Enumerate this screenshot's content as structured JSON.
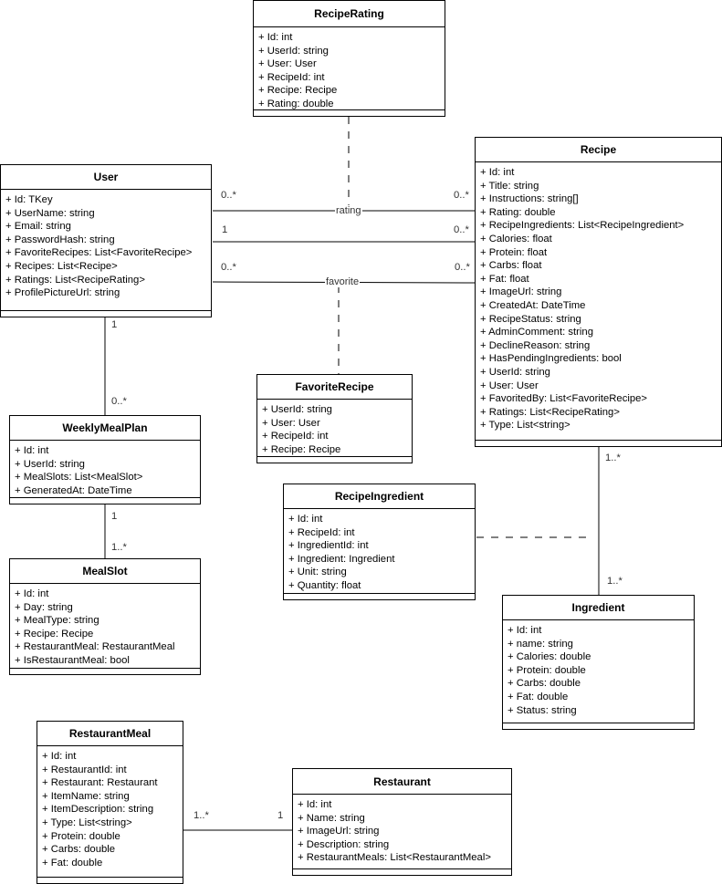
{
  "classes": {
    "recipe_rating": {
      "name": "RecipeRating",
      "attributes": [
        "+ Id: int",
        "+ UserId: string",
        "+ User: User",
        "+ RecipeId: int",
        "+ Recipe: Recipe",
        "+ Rating: double"
      ]
    },
    "user": {
      "name": "User",
      "attributes": [
        "+ Id: TKey",
        "+ UserName: string",
        "+ Email: string",
        "+ PasswordHash: string",
        "+ FavoriteRecipes: List<FavoriteRecipe>",
        "+ Recipes: List<Recipe>",
        "+ Ratings: List<RecipeRating>",
        "+ ProfilePictureUrl: string"
      ]
    },
    "recipe": {
      "name": "Recipe",
      "attributes": [
        "+ Id: int",
        "+ Title: string",
        "+ Instructions: string[]",
        "+ Rating: double",
        "+ RecipeIngredients: List<RecipeIngredient>",
        "+ Calories: float",
        "+ Protein: float",
        "+ Carbs: float",
        "+ Fat: float",
        "+ ImageUrl: string",
        "+ CreatedAt: DateTime",
        "+ RecipeStatus: string",
        "+ AdminComment: string",
        "+ DeclineReason: string",
        "+ HasPendingIngredients: bool",
        "+ UserId: string",
        "+ User: User",
        "+ FavoritedBy: List<FavoriteRecipe>",
        "+ Ratings: List<RecipeRating>",
        "+ Type: List<string>"
      ]
    },
    "favorite_recipe": {
      "name": "FavoriteRecipe",
      "attributes": [
        "+ UserId: string",
        "+ User: User",
        "+ RecipeId: int",
        "+ Recipe: Recipe"
      ]
    },
    "weekly_meal_plan": {
      "name": "WeeklyMealPlan",
      "attributes": [
        "+ Id: int",
        "+ UserId: string",
        "+ MealSlots: List<MealSlot>",
        "+ GeneratedAt: DateTime"
      ]
    },
    "meal_slot": {
      "name": "MealSlot",
      "attributes": [
        "+ Id: int",
        "+ Day: string",
        "+ MealType: string",
        "+ Recipe: Recipe",
        "+ RestaurantMeal: RestaurantMeal",
        "+ IsRestaurantMeal: bool"
      ]
    },
    "recipe_ingredient": {
      "name": "RecipeIngredient",
      "attributes": [
        "+ Id: int",
        "+ RecipeId: int",
        "+ IngredientId: int",
        "+ Ingredient: Ingredient",
        "+ Unit: string",
        "+ Quantity: float"
      ]
    },
    "ingredient": {
      "name": "Ingredient",
      "attributes": [
        "+ Id: int",
        "+ name: string",
        "+ Calories: double",
        "+ Protein: double",
        "+ Carbs: double",
        "+ Fat: double",
        "+ Status: string"
      ]
    },
    "restaurant_meal": {
      "name": "RestaurantMeal",
      "attributes": [
        "+ Id: int",
        "+ RestaurantId: int",
        "+ Restaurant: Restaurant",
        "+ ItemName: string",
        "+ ItemDescription: string",
        "+ Type: List<string>",
        "+ Protein: double",
        "+ Carbs: double",
        "+ Fat: double"
      ]
    },
    "restaurant": {
      "name": "Restaurant",
      "attributes": [
        "+ Id: int",
        "+ Name: string",
        "+ ImageUrl: string",
        "+ Description: string",
        "+ RestaurantMeals: List<RestaurantMeal>"
      ]
    }
  },
  "associations": {
    "rating": {
      "label": "rating",
      "from": "User",
      "to": "Recipe",
      "from_mult": "0..*",
      "to_mult": "0..*",
      "association_class": "RecipeRating"
    },
    "authored": {
      "label": "",
      "from": "User",
      "to": "Recipe",
      "from_mult": "1",
      "to_mult": "0..*"
    },
    "favorite": {
      "label": "favorite",
      "from": "User",
      "to": "Recipe",
      "from_mult": "0..*",
      "to_mult": "0..*",
      "association_class": "FavoriteRecipe"
    },
    "user_plan": {
      "from": "User",
      "to": "WeeklyMealPlan",
      "from_mult": "1",
      "to_mult": "0..*"
    },
    "plan_slot": {
      "from": "WeeklyMealPlan",
      "to": "MealSlot",
      "from_mult": "1",
      "to_mult": "1..*"
    },
    "recipe_ingredient": {
      "from": "Recipe",
      "to": "Ingredient",
      "from_mult": "1..*",
      "to_mult": "1..*",
      "association_class": "RecipeIngredient"
    },
    "meal_restaurant": {
      "from": "RestaurantMeal",
      "to": "Restaurant",
      "from_mult": "1..*",
      "to_mult": "1"
    }
  }
}
